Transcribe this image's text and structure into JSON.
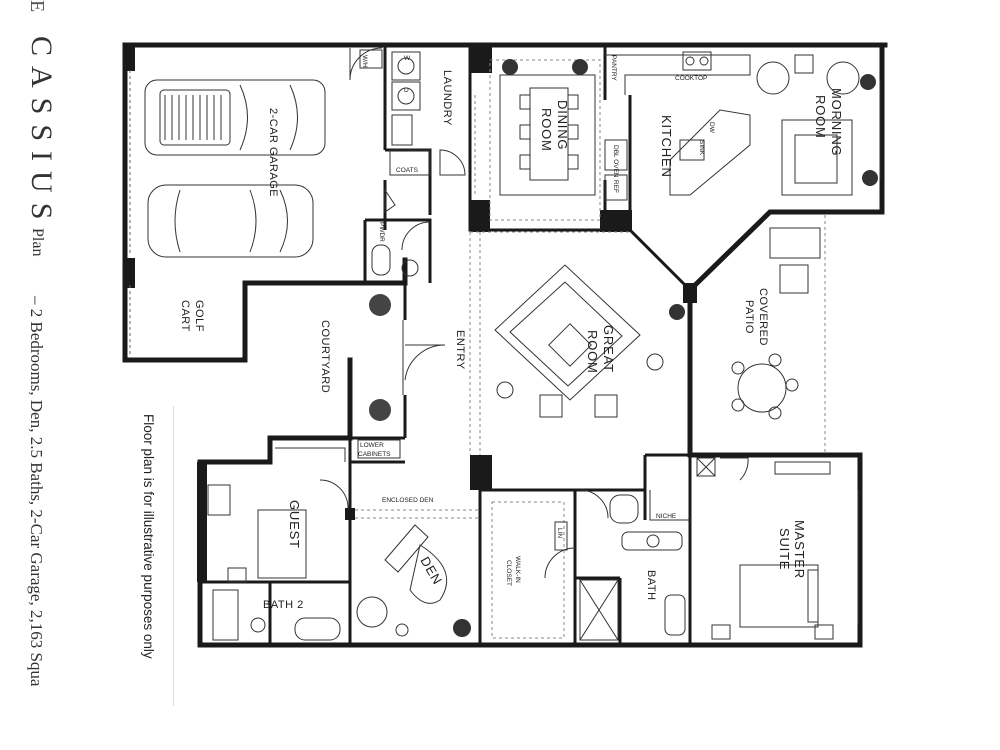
{
  "plan": {
    "title": "CASSIUS",
    "plan_word": "Plan",
    "subtitle": "– 2 Bedrooms, Den, 2.5 Baths, 2-Car Garage, 2,163 Squa",
    "disclaimer": "Floor plan is for illustrative purposes only",
    "lead_mark": "E"
  },
  "rooms": {
    "garage": "2-CAR GARAGE",
    "golf1": "GOLF",
    "golf2": "CART",
    "laundry": "LAUNDRY",
    "coats": "COATS",
    "pwdr": "PWDR",
    "dining1": "DINING",
    "dining2": "ROOM",
    "kitchen": "KITCHEN",
    "morning1": "MORNING",
    "morning2": "ROOM",
    "pantry": "PANTRY",
    "cooktop": "COOKTOP",
    "dbl_oven": "DBL OVEN",
    "ref": "REF",
    "dw": "DW",
    "sink": "SINK",
    "courtyard": "COURTYARD",
    "entry": "ENTRY",
    "great1": "GREAT",
    "great2": "ROOM",
    "patio1": "COVERED",
    "patio2": "PATIO",
    "lower_cab1": "LOWER",
    "lower_cab2": "CABINETS",
    "enclosed_den": "ENCLOSED DEN",
    "den": "DEN",
    "guest": "GUEST",
    "bath2": "BATH 2",
    "walkin1": "WALK-IN",
    "walkin2": "CLOSET",
    "lin": "LIN",
    "bath": "BATH",
    "niche": "NICHE",
    "master1": "MASTER",
    "master2": "SUITE",
    "wh": "W/H",
    "washer": "W",
    "dryer": "D"
  }
}
